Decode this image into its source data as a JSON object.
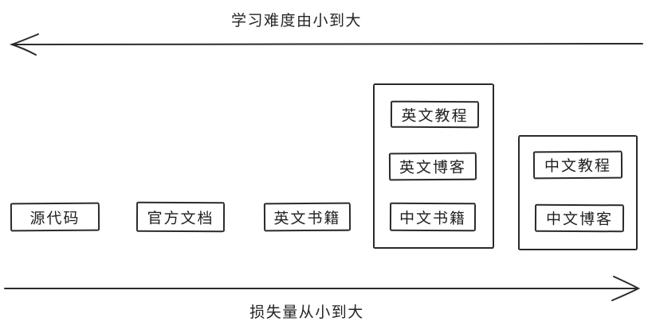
{
  "diagram": {
    "top_axis": {
      "label": "学习难度由小到大",
      "direction": "left"
    },
    "bottom_axis": {
      "label": "损失量从小到大",
      "direction": "right"
    },
    "standalone_boxes": [
      {
        "label": "源代码"
      },
      {
        "label": "官方文档"
      },
      {
        "label": "英文书籍"
      }
    ],
    "groups": [
      {
        "name": "english-advanced-group",
        "items": [
          {
            "label": "英文教程"
          },
          {
            "label": "英文博客"
          },
          {
            "label": "中文书籍"
          }
        ]
      },
      {
        "name": "chinese-easy-group",
        "items": [
          {
            "label": "中文教程"
          },
          {
            "label": "中文博客"
          }
        ]
      }
    ],
    "colors": {
      "stroke": "#2a2a2a",
      "background": "#ffffff",
      "text": "#1f1f1f"
    }
  }
}
